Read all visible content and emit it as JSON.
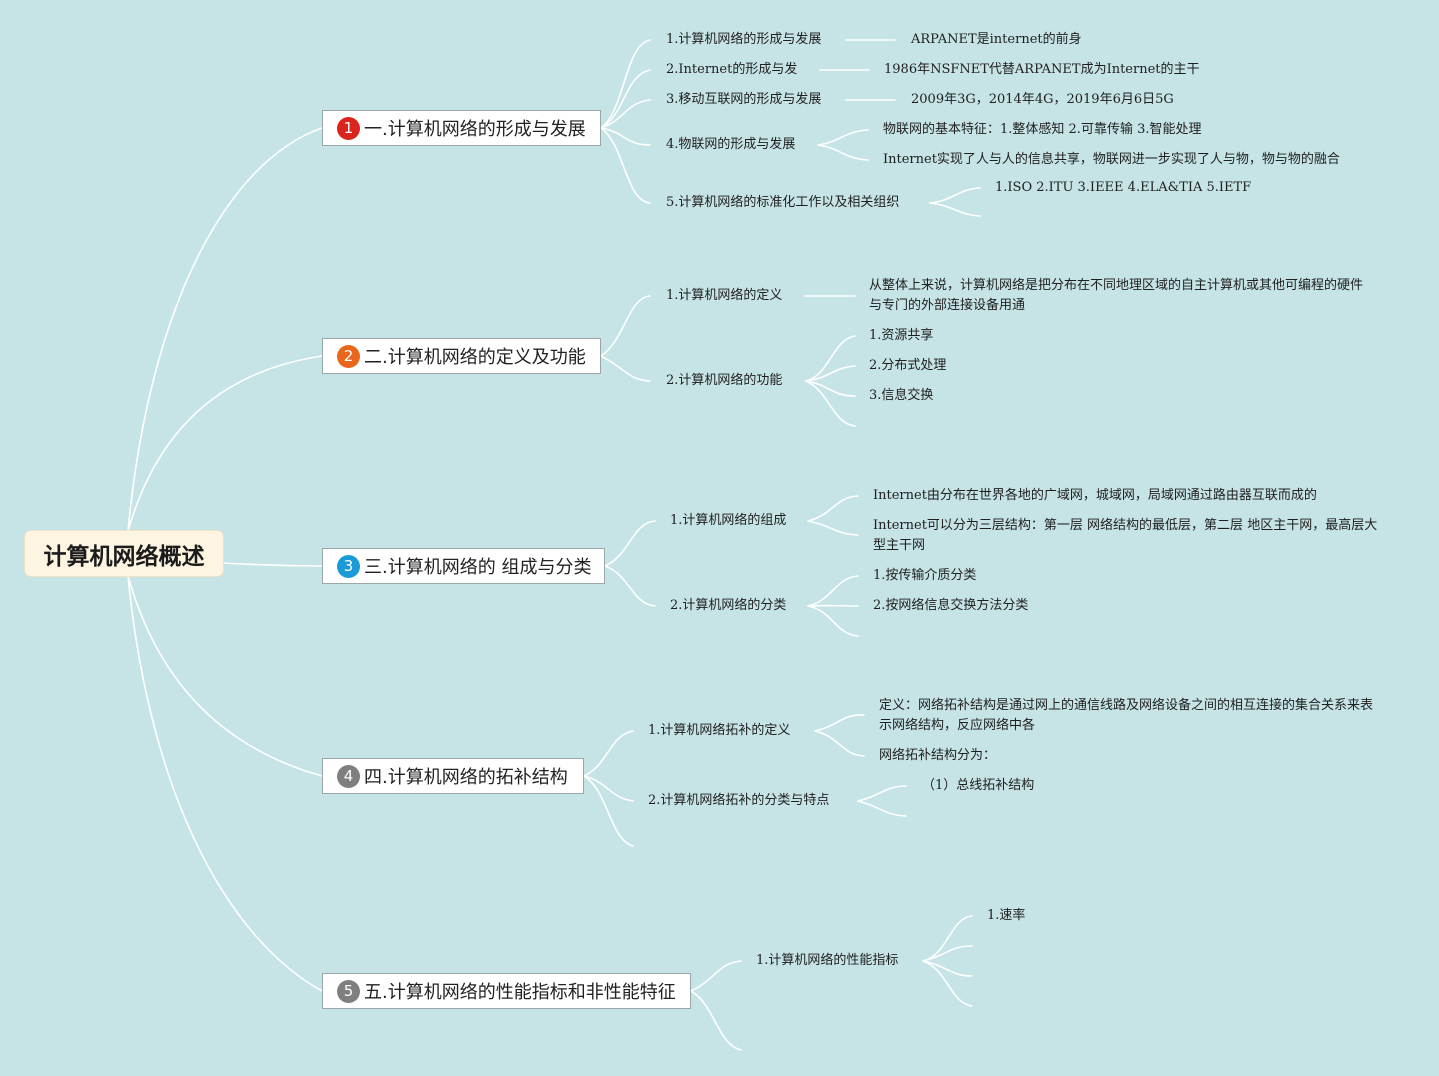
{
  "root": {
    "label": "计算机网络概述"
  },
  "branches": [
    {
      "label": "一.计算机网络的形成与发展",
      "badge": "1",
      "badge_color": "#d9251d",
      "children": [
        {
          "label": "1.计算机网络的形成与发展",
          "items": [
            "ARPANET是internet的前身"
          ]
        },
        {
          "label": "2.Internet的形成与发",
          "items": [
            "1986年NSFNET代替ARPANET成为Internet的主干"
          ]
        },
        {
          "label": "3.移动互联网的形成与发展",
          "items": [
            "2009年3G，2014年4G，2019年6月6日5G"
          ]
        },
        {
          "label": "4.物联网的形成与发展",
          "items": [
            "物联网的基本特征：1.整体感知 2.可靠传输 3.智能处理",
            "Internet实现了人与人的信息共享，物联网进一步实现了人与物，物与物的融合"
          ]
        },
        {
          "label": "5.计算机网络的标准化工作以及相关组织",
          "items": [
            "1.ISO 2.ITU 3.IEEE 4.ELA&TIA 5.IETF"
          ]
        }
      ]
    },
    {
      "label": "二.计算机网络的定义及功能",
      "badge": "2",
      "badge_color": "#e8671c",
      "children": [
        {
          "label": "1.计算机网络的定义",
          "items": [
            "从整体上来说，计算机网络是把分布在不同地理区域的自主计算机或其他可编程的硬件与专门的外部连接设备用通"
          ]
        },
        {
          "label": "2.计算机网络的功能",
          "items": [
            "1.资源共享",
            "2.分布式处理",
            "3.信息交换"
          ]
        }
      ]
    },
    {
      "label": "三.计算机网络的 组成与分类",
      "badge": "3",
      "badge_color": "#1a9ad6",
      "children": [
        {
          "label": "1.计算机网络的组成",
          "items": [
            "Internet由分布在世界各地的广域网，城域网，局域网通过路由器互联而成的",
            "Internet可以分为三层结构：第一层 网络结构的最低层，第二层 地区主干网，最高层大型主干网"
          ]
        },
        {
          "label": "2.计算机网络的分类",
          "items": [
            "1.按传输介质分类",
            "2.按网络信息交换方法分类"
          ]
        }
      ]
    },
    {
      "label": "四.计算机网络的拓补结构",
      "badge": "4",
      "badge_color": "#7f7f7f",
      "children": [
        {
          "label": "1.计算机网络拓补的定义",
          "items": [
            "定义：网络拓补结构是通过网上的通信线路及网络设备之间的相互连接的集合关系来表示网络结构，反应网络中各",
            "网络拓补结构分为："
          ]
        },
        {
          "label": "2.计算机网络拓补的分类与特点",
          "items": [
            "（1）总线拓补结构"
          ]
        }
      ]
    },
    {
      "label": "五.计算机网络的性能指标和非性能特征",
      "badge": "5",
      "badge_color": "#7f7f7f",
      "children": [
        {
          "label": "1.计算机网络的性能指标",
          "items": [
            "1.速率"
          ]
        }
      ]
    }
  ]
}
